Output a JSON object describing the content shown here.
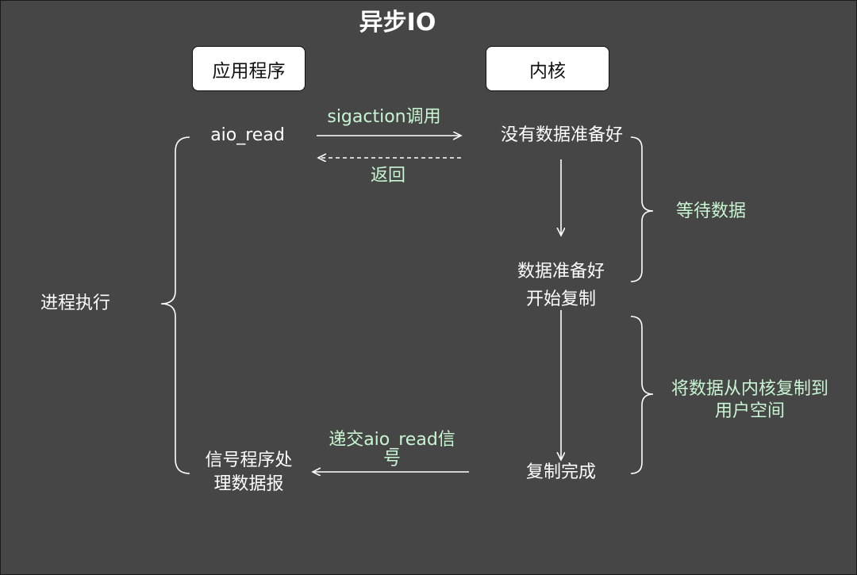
{
  "title": "异步IO",
  "columns": {
    "app": "应用程序",
    "kernel": "内核"
  },
  "app_side": {
    "call": "aio_read",
    "handler_line1": "信号程序处",
    "handler_line2": "理数据报",
    "process_label": "进程执行"
  },
  "kernel_side": {
    "not_ready": "没有数据准备好",
    "ready_line1": "数据准备好",
    "ready_line2": "开始复制",
    "copy_done": "复制完成"
  },
  "arrows": {
    "sigaction": "sigaction调用",
    "return": "返回",
    "deliver_line1": "递交aio_read信",
    "deliver_line2": "号"
  },
  "phases": {
    "wait": "等待数据",
    "copy_line1": "将数据从内核复制到",
    "copy_line2": "用户空间"
  },
  "colors": {
    "background": "#464646",
    "text": "#ffffff",
    "annotation": "#c8f5d2",
    "box_fill": "#ffffff"
  }
}
